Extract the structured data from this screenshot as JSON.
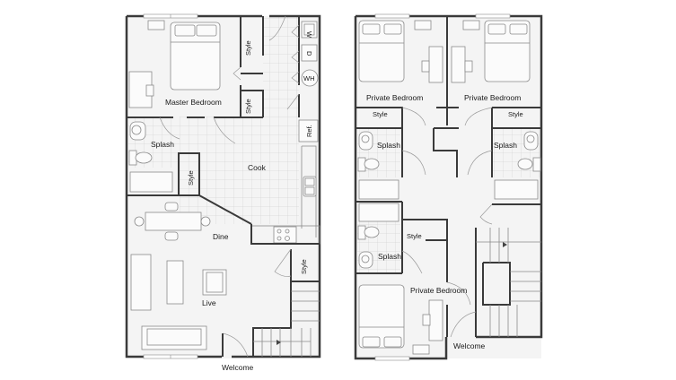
{
  "plan": {
    "colors": {
      "wall": "#3a3a3a",
      "floor": "#f4f4f4",
      "furniture": "#8a8a8a",
      "tile": "#c9c9c9",
      "background": "#ffffff"
    },
    "first_floor": {
      "rooms": {
        "master_bedroom": "Master Bedroom",
        "style_closet_1": "Style",
        "style_closet_2": "Style",
        "splash": "Splash",
        "style_hall": "Style",
        "cook": "Cook",
        "dine": "Dine",
        "live": "Live",
        "style_entry": "Style",
        "welcome": "Welcome"
      },
      "appliances": {
        "washer": "W",
        "dryer": "D",
        "water_heater": "WH",
        "refrigerator": "Ref."
      }
    },
    "second_floor": {
      "rooms": {
        "private_bedroom_1": "Private Bedroom",
        "private_bedroom_2": "Private Bedroom",
        "private_bedroom_3": "Private Bedroom",
        "style_1": "Style",
        "style_2": "Style",
        "style_3": "Style",
        "splash_1": "Splash",
        "splash_2": "Splash",
        "splash_3": "Splash",
        "welcome": "Welcome"
      }
    }
  }
}
